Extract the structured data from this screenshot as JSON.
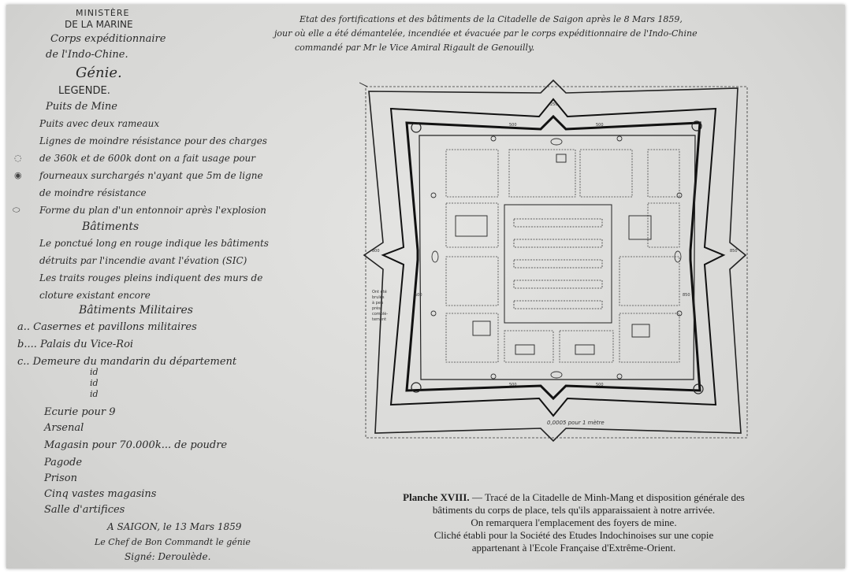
{
  "legend": {
    "ministry": "MINISTÈRE",
    "navy": "DE LA MARINE",
    "corps": "Corps expéditionnaire",
    "region": "de l'Indo-Chine.",
    "service": "Génie.",
    "heading": "LEGENDE.",
    "items": [
      "Puits de Mine",
      "Puits avec deux rameaux",
      "Lignes de moindre résistance pour des charges",
      "de 360k et de 600k dont on a fait usage pour",
      "fourneaux surchargés n'ayant que 5m de ligne",
      "de moindre résistance",
      "Forme du plan d'un entonnoir après l'explosion"
    ],
    "buildings_heading": "Bâtiments",
    "building_notes": [
      "Le ponctué long en rouge indique les bâtiments",
      "détruits par l'incendie avant l'évation (SIC)",
      "Les traits rouges pleins indiquent des murs de",
      "cloture existant encore"
    ],
    "military_heading": "Bâtiments Militaires",
    "military_items": [
      "a.. Casernes et pavillons militaires",
      "b.... Palais du Vice-Roi",
      "c.. Demeure du mandarin du département",
      "id",
      "id",
      "id",
      "Ecurie pour 9",
      "Arsenal",
      "Magasin pour 70.000k... de poudre",
      "Pagode",
      "Prison",
      "Cinq vastes magasins",
      "Salle d'artifices"
    ],
    "place_date": "A SAIGON, le 13 Mars 1859",
    "signer_title": "Le Chef de Bon Commandt le génie",
    "signature": "Signé: Deroulède."
  },
  "plan_title": [
    "Etat des fortifications et des bâtiments de la Citadelle de Saigon après le 8 Mars 1859,",
    "jour où elle a été démantelée, incendiée et évacuée par le corps expéditionnaire de l'Indo-Chine",
    "commandé par Mr le Vice Amiral Rigault de Genouilly."
  ],
  "plan_labels": {
    "scale": "0,0005 pour 1 mètre",
    "breach_note": [
      "Ont été",
      "brulés",
      "à peu",
      "près",
      "complè-",
      "tement"
    ],
    "measures": [
      "500",
      "500",
      "500",
      "500",
      "250",
      "850",
      "800",
      "500",
      "850"
    ]
  },
  "caption": {
    "plate": "Planche XVIII.",
    "line1": " — Tracé de la Citadelle de Minh-Mang et disposition générale des",
    "line2": "bâtiments du corps de place, tels qu'ils apparaissaient à notre arrivée.",
    "line3": "On remarquera l'emplacement des foyers de mine.",
    "line4": "Cliché établi pour la Société des Etudes Indochinoises sur une copie",
    "line5": "appartenant à l'Ecole Française d'Extrême-Orient."
  }
}
